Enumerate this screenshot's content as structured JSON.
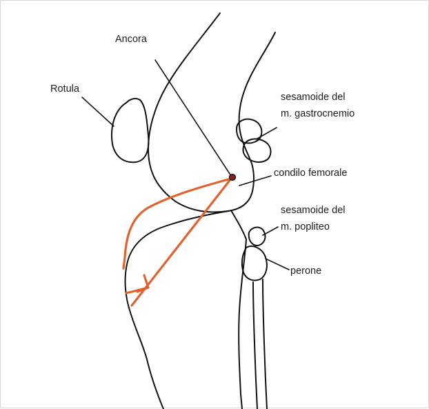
{
  "labels": {
    "ancora": "Ancora",
    "rotula": "Rotula",
    "sesamoide_gastro_1": "sesamoide del",
    "sesamoide_gastro_2": "m. gastrocnemio",
    "condilo": "condilo femorale",
    "sesamoide_popliteo_1": "sesamoide del",
    "sesamoide_popliteo_2": "m. popliteo",
    "perone": "perone"
  },
  "colors": {
    "outline": "#111111",
    "ligament": "#e0622f",
    "anchor_point": "#8a1e1e"
  }
}
